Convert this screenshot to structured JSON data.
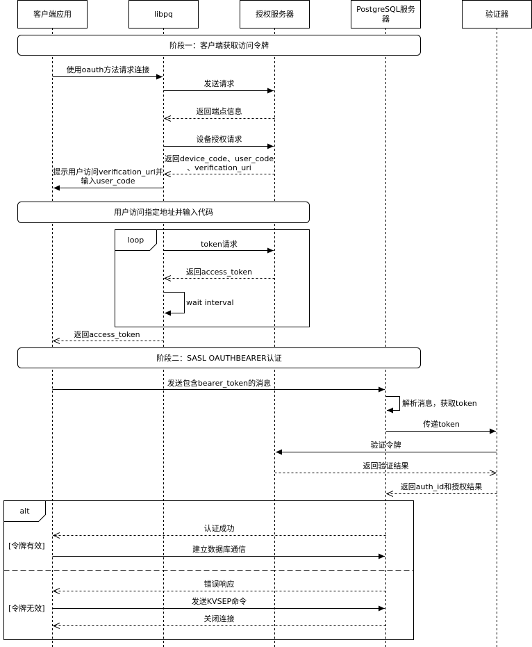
{
  "participants": [
    {
      "id": "client",
      "label": "客户端应用"
    },
    {
      "id": "libpq",
      "label": "libpq"
    },
    {
      "id": "auth",
      "label": "授权服务器"
    },
    {
      "id": "pg",
      "label_line1": "PostgreSQL服务",
      "label_line2": "器"
    },
    {
      "id": "validator",
      "label": "验证器"
    }
  ],
  "phase1": "阶段一：客户端获取访问令牌",
  "user_action": "用户访问指定地址并输入代码",
  "phase2": "阶段二：SASL OAUTHBEARER认证",
  "messages": {
    "m1": "使用oauth方法请求连接",
    "m2": "发送请求",
    "m3": "返回端点信息",
    "m4": "设备授权请求",
    "m5_line1": "返回device_code、user_code",
    "m5_line2": "、verification_uri",
    "m6_line1": "提示用户访问verification_uri并",
    "m6_line2": "输入user_code",
    "m7": "token请求",
    "m8": "返回access_token",
    "m9": "wait interval",
    "m10": "返回access_token",
    "m11": "发送包含bearer_token的消息",
    "m12": "解析消息，获取token",
    "m13": "传递token",
    "m14": "验证令牌",
    "m15": "返回验证结果",
    "m16": "返回auth_id和授权结果",
    "m17": "认证成功",
    "m18": "建立数据库通信",
    "m19": "错误响应",
    "m20": "发送KVSEP命令",
    "m21": "关闭连接"
  },
  "loop_label": "loop",
  "alt_label": "alt",
  "guard_valid": "[令牌有效]",
  "guard_invalid": "[令牌无效]"
}
